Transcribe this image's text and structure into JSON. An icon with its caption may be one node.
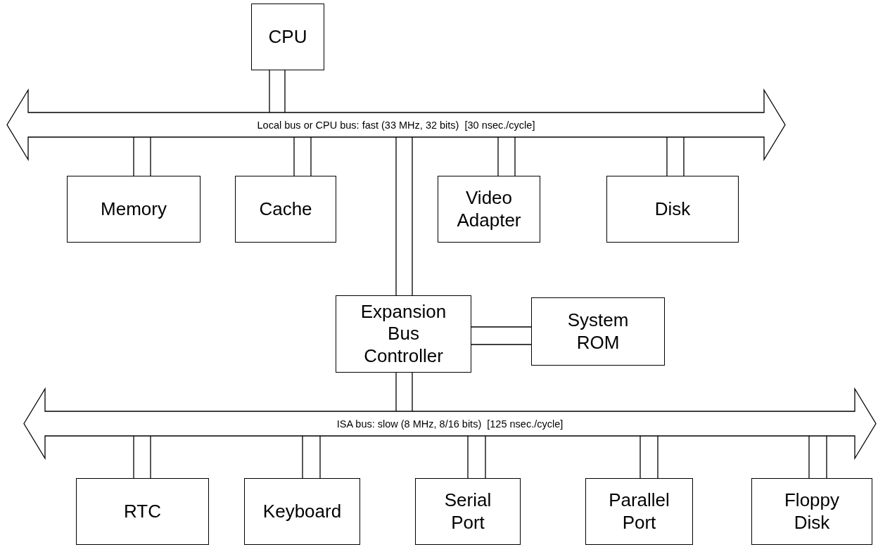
{
  "diagram": {
    "nodes": [
      {
        "text": [
          "CPU"
        ]
      },
      {
        "text": [
          "Local bus or CPU bus: fast (33 MHz, 32 bits)  [30 nsec./cycle]"
        ]
      },
      {
        "text": [
          "Memory"
        ]
      },
      {
        "text": [
          "Cache"
        ]
      },
      {
        "text": [
          "Video Adapter"
        ]
      },
      {
        "text": [
          "Disk"
        ]
      },
      {
        "text": [
          "Expansion Bus Controller"
        ]
      },
      {
        "text": [
          "System ROM"
        ]
      },
      {
        "text": [
          "ISA bus: slow (8 MHz, 8/16 bits)  [125 nsec./cycle]"
        ]
      },
      {
        "text": [
          "RTC"
        ]
      },
      {
        "text": [
          "Keyboard"
        ]
      },
      {
        "text": [
          "Serial Port"
        ]
      },
      {
        "text": [
          "Parallel Port"
        ]
      },
      {
        "text": [
          "Floppy Disk"
        ]
      }
    ],
    "edges": [
      {
        "from": 0,
        "to": 1,
        "arrow": "none"
      },
      {
        "from": 1,
        "to": 2,
        "arrow": "none"
      },
      {
        "from": 1,
        "to": 3,
        "arrow": "none"
      },
      {
        "from": 1,
        "to": 6,
        "arrow": "none"
      },
      {
        "from": 1,
        "to": 4,
        "arrow": "none"
      },
      {
        "from": 1,
        "to": 5,
        "arrow": "none"
      },
      {
        "from": 6,
        "to": 7,
        "arrow": "none"
      },
      {
        "from": 6,
        "to": 8,
        "arrow": "none"
      },
      {
        "from": 8,
        "to": 9,
        "arrow": "none"
      },
      {
        "from": 8,
        "to": 10,
        "arrow": "none"
      },
      {
        "from": 8,
        "to": 11,
        "arrow": "none"
      },
      {
        "from": 8,
        "to": 12,
        "arrow": "none"
      },
      {
        "from": 8,
        "to": 13,
        "arrow": "none"
      }
    ]
  }
}
